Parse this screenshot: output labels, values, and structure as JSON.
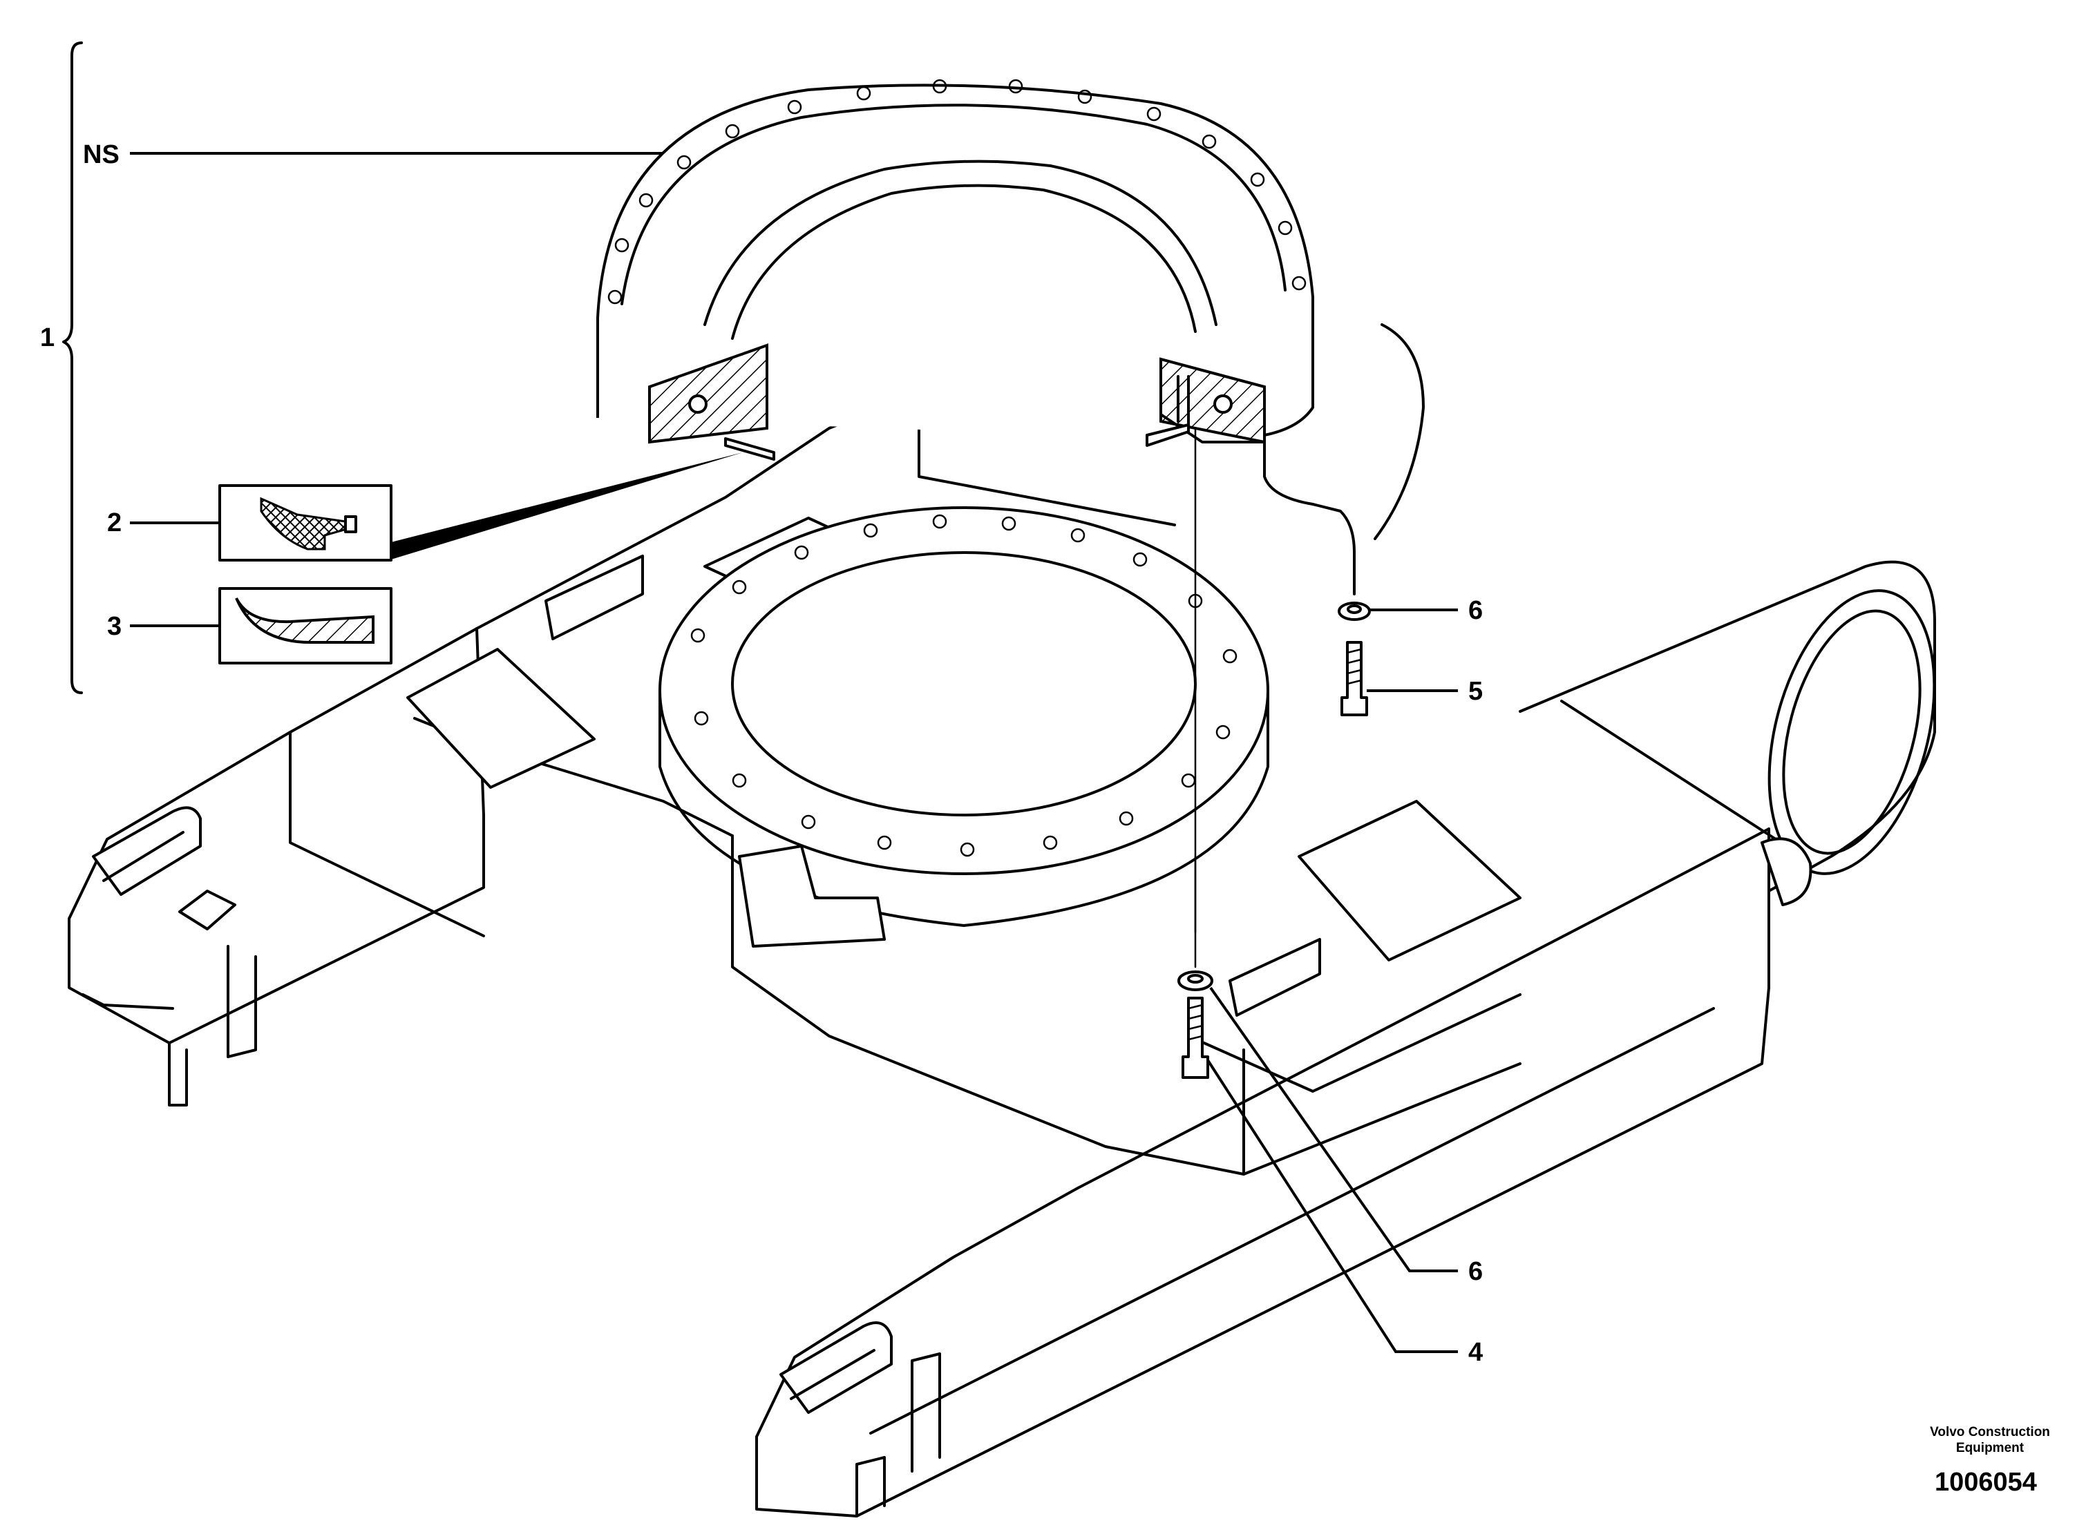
{
  "callouts": {
    "ns": "NS",
    "kit": "1",
    "item2": "2",
    "item3": "3",
    "item6_upper": "6",
    "item5": "5",
    "item6_lower": "6",
    "item4": "4"
  },
  "footer": {
    "brand_line1": "Volvo Construction",
    "brand_line2": "Equipment",
    "document_number": "1006054"
  }
}
